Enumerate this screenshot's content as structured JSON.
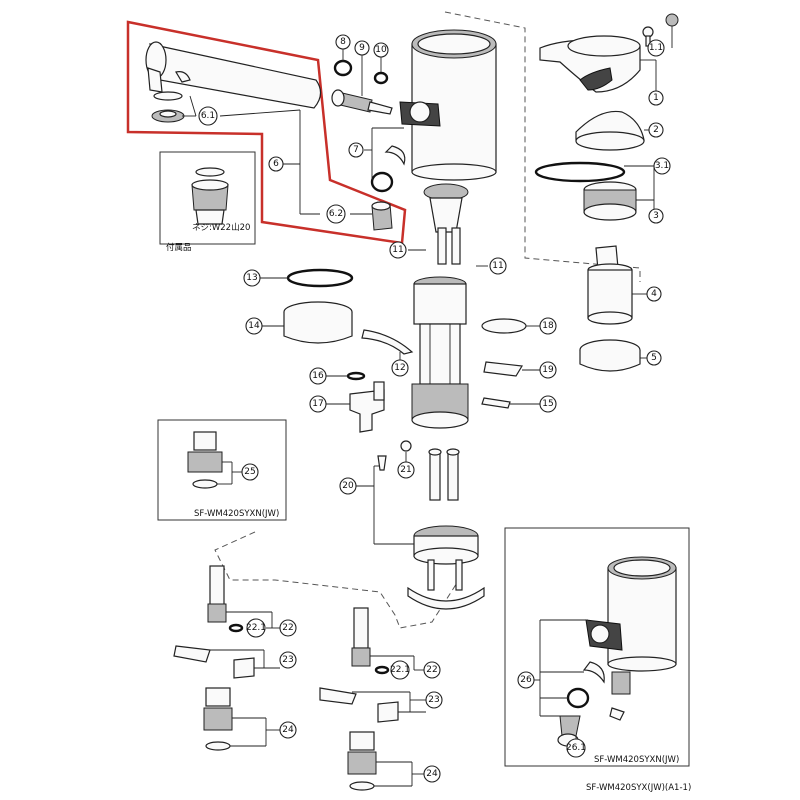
{
  "labels": {
    "l1": "1",
    "l1_1": "1.1",
    "l2": "2",
    "l3": "3",
    "l3_1": "3.1",
    "l4": "4",
    "l5": "5",
    "l6": "6",
    "l6_1": "6.1",
    "l6_2": "6.2",
    "l7": "7",
    "l8": "8",
    "l9": "9",
    "l10": "10",
    "l11a": "11",
    "l11b": "11",
    "l12": "12",
    "l13": "13",
    "l14": "14",
    "l15": "15",
    "l16": "16",
    "l17": "17",
    "l18": "18",
    "l19": "19",
    "l20": "20",
    "l21": "21",
    "l22a": "22",
    "l22_1a": "22.1",
    "l22b": "22",
    "l22_1b": "22.1",
    "l23a": "23",
    "l23b": "23",
    "l24a": "24",
    "l24b": "24",
    "l25": "25",
    "l26": "26",
    "l26_1": "26.1"
  },
  "texts": {
    "thread_note": "ネジ:W22山20",
    "accessory": "付属品",
    "box1_caption": "SF-WM420SYXN(JW)",
    "box2_caption": "SF-WM420SYXN(JW)",
    "footer": "SF-WM420SYX(JW)(A1-1)"
  },
  "colors": {
    "highlight": "#c8302a",
    "line": "#222222"
  }
}
